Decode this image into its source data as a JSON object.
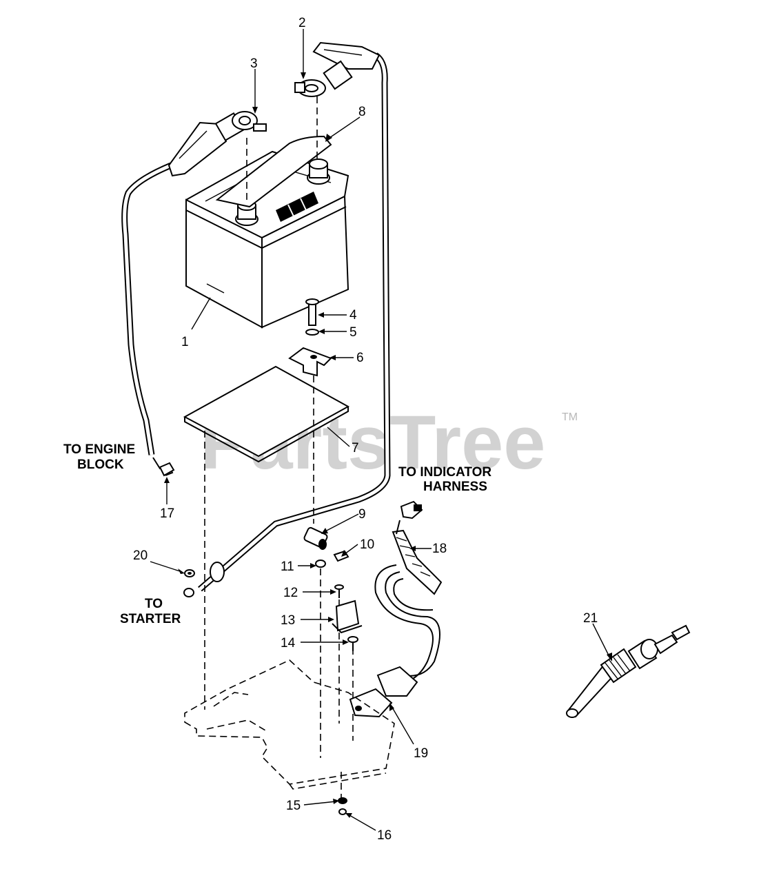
{
  "watermark": {
    "text": "PartsTree",
    "trademark": "TM"
  },
  "callouts": {
    "n1": "1",
    "n2": "2",
    "n3": "3",
    "n4": "4",
    "n5": "5",
    "n6": "6",
    "n7": "7",
    "n8": "8",
    "n9": "9",
    "n10": "10",
    "n11": "11",
    "n12": "12",
    "n13": "13",
    "n14": "14",
    "n15": "15",
    "n16": "16",
    "n17": "17",
    "n18": "18",
    "n19": "19",
    "n20": "20",
    "n21": "21"
  },
  "labels": {
    "engine_block_1": "TO ENGINE",
    "engine_block_2": "BLOCK",
    "indicator_1": "TO INDICATOR",
    "indicator_2": "HARNESS",
    "starter_1": "TO",
    "starter_2": "STARTER"
  }
}
